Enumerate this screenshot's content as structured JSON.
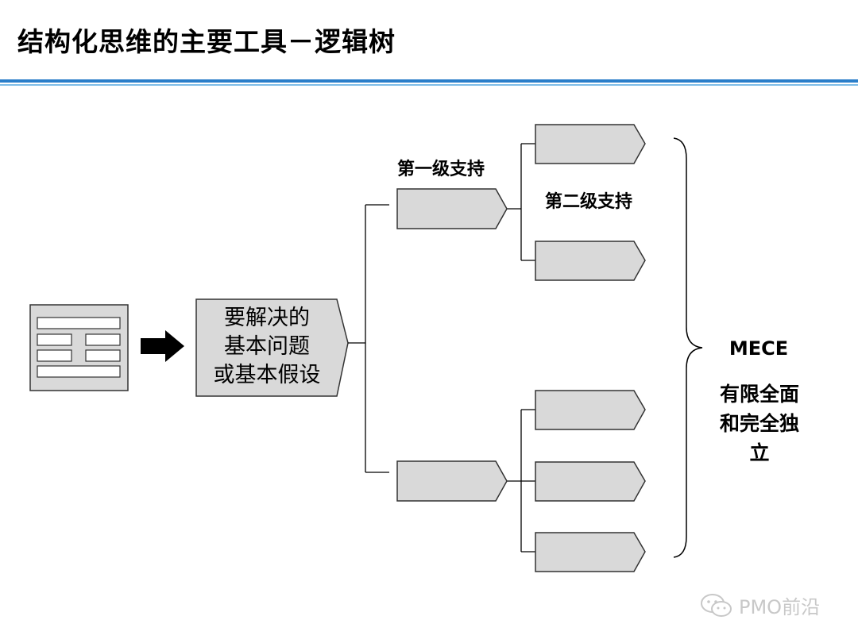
{
  "title": "结构化思维的主要工具－逻辑树",
  "diagram": {
    "root_lines": [
      "要解决的",
      "基本问题",
      "或基本假设"
    ],
    "level1_label": "第一级支持",
    "level2_label": "第二级支持",
    "mece_title": "MECE",
    "mece_lines": [
      "有限全面",
      "和完全独",
      "立"
    ]
  },
  "watermark": {
    "text": "PMO前沿",
    "icon": "wechat-icon"
  },
  "colors": {
    "box_fill": "#d9d9d9",
    "accent_rule": "#2a7ec9",
    "accent_rule_light": "#7fbde8"
  }
}
